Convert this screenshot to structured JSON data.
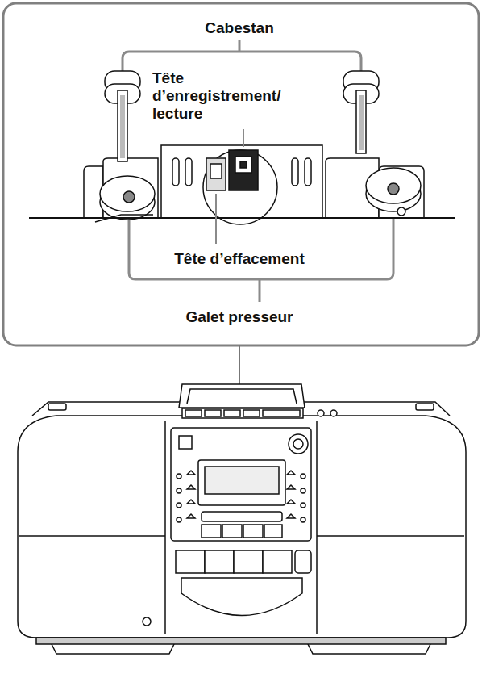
{
  "diagram": {
    "labels": [
      "Cabestan",
      "Tête d’enregistrement/ lecture",
      "Tête d’effacement",
      "Galet presseur"
    ]
  }
}
